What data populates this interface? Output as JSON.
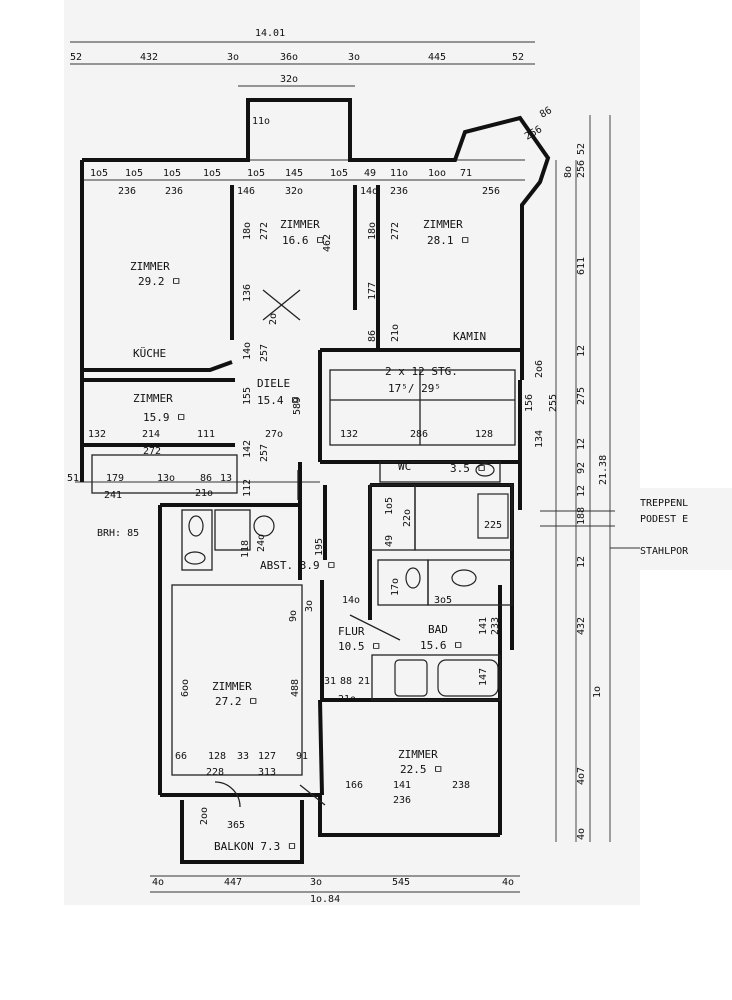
{
  "rooms": {
    "zimmer_1": {
      "name": "ZIMMER",
      "area": "29.2 ㅁ"
    },
    "zimmer_2": {
      "name": "ZIMMER",
      "area": "16.6 ㅁ"
    },
    "zimmer_3": {
      "name": "ZIMMER",
      "area": "28.1 ㅁ"
    },
    "kueche": {
      "name": "KÜCHE"
    },
    "kamin": {
      "name": "KAMIN"
    },
    "zimmer_4": {
      "name": "ZIMMER",
      "area": "15.9 ㅁ"
    },
    "diele": {
      "name": "DIELE",
      "area": "15.4 ㅁ"
    },
    "stair": {
      "name": "2 x 12 STG.",
      "ratio": "17⁵/ 29⁵"
    },
    "wc": {
      "name": "WC",
      "area": "3.5 ㅁ"
    },
    "abst": {
      "name": "ABST. 3.9 ㅁ"
    },
    "flur": {
      "name": "FLUR",
      "area": "10.5 ㅁ"
    },
    "bad": {
      "name": "BAD",
      "area": "15.6 ㅁ"
    },
    "zimmer_5": {
      "name": "ZIMMER",
      "area": "27.2 ㅁ"
    },
    "zimmer_6": {
      "name": "ZIMMER",
      "area": "22.5 ㅁ"
    },
    "balkon": {
      "name": "BALKON 7.3 ㅁ"
    }
  },
  "annotations": {
    "brh": "BRH: 85",
    "treppen": "TREPPENL",
    "podest": "PODEST E",
    "stahlpor": "STAHLPOR"
  },
  "dims": {
    "overall_top": "14.01",
    "top_52a": "52",
    "top_432": "432",
    "top_30a": "3o",
    "top_360": "36o",
    "top_30b": "3o",
    "top_445": "445",
    "top_52b": "52",
    "bay_320": "32o",
    "bay_110": "11o",
    "r1_105a": "1o5",
    "r1_105b": "1o5",
    "r1_105c": "1o5",
    "r1_105d": "1o5",
    "r1_145": "145",
    "r1_105e": "1o5",
    "r1_49": "49",
    "r1_110": "11o",
    "r1_100": "1oo",
    "r1_71": "71",
    "r2_236a": "236",
    "r2_236b": "236",
    "r2_146": "146",
    "r2_320": "32o",
    "r2_140": "14o",
    "r2_236c": "236",
    "r2_256": "256",
    "v_180a": "18o",
    "v_272a": "272",
    "v_462": "462",
    "v_180b": "18o",
    "v_272b": "272",
    "v_136": "136",
    "v_177": "177",
    "v_86": "86",
    "v_210": "21o",
    "v_140": "14o",
    "v_257a": "257",
    "v_20": "2o",
    "v_155": "155",
    "v_589": "589",
    "v_142": "142",
    "v_257b": "257",
    "v_112": "112",
    "k_132": "132",
    "k_214": "214",
    "k_111": "111",
    "k_272": "272",
    "k_270": "27o",
    "s_132": "132",
    "s_286": "286",
    "s_128": "128",
    "b_51": "51",
    "b_179": "179",
    "b_13": "13o",
    "b_86": "86",
    "b_13b": "13",
    "b_241": "241",
    "b_210": "21o",
    "c_105": "1o5",
    "c_220": "22o",
    "c_49": "49",
    "c_225": "225",
    "a_24": "24o",
    "a_195": "195",
    "a_118": "118",
    "f_140": "14o",
    "f_305": "3o5",
    "f_170": "17o",
    "f_141": "141",
    "f_233": "233",
    "f_147": "147",
    "f_90": "9o",
    "f_30": "3o",
    "f_31": "31",
    "f_88": "88",
    "f_21": "21",
    "f_210": "21o",
    "z5_600": "6oo",
    "z5_488": "488",
    "z5_66": "66",
    "z5_128": "128",
    "z5_33": "33",
    "z5_127": "127",
    "z5_91": "91",
    "z5_228": "228",
    "z5_313": "313",
    "z6_166": "166",
    "z6_141": "141",
    "z6_238": "238",
    "z6_236": "236",
    "bk_200": "2oo",
    "bk_365": "365",
    "bot_40a": "4o",
    "bot_447": "447",
    "bot_30": "3o",
    "bot_545": "545",
    "bot_40b": "4o",
    "overall_bottom": "1o.84",
    "rt_86": "86",
    "rt_256": "256",
    "rt_52": "52",
    "rt_256b": "256",
    "rt_80": "8o",
    "rt_611": "611",
    "rt_12a": "12",
    "rt_206": "2o6",
    "rt_156": "156",
    "rt_255": "255",
    "rt_275": "275",
    "rt_134": "134",
    "rt_12b": "12",
    "rt_92": "92",
    "rt_12c": "12",
    "rt_188": "188",
    "rt_12d": "12",
    "rt_432": "432",
    "rt_10": "1o",
    "rt_407": "4o7",
    "rt_40": "4o",
    "rt_2138": "21.38"
  }
}
